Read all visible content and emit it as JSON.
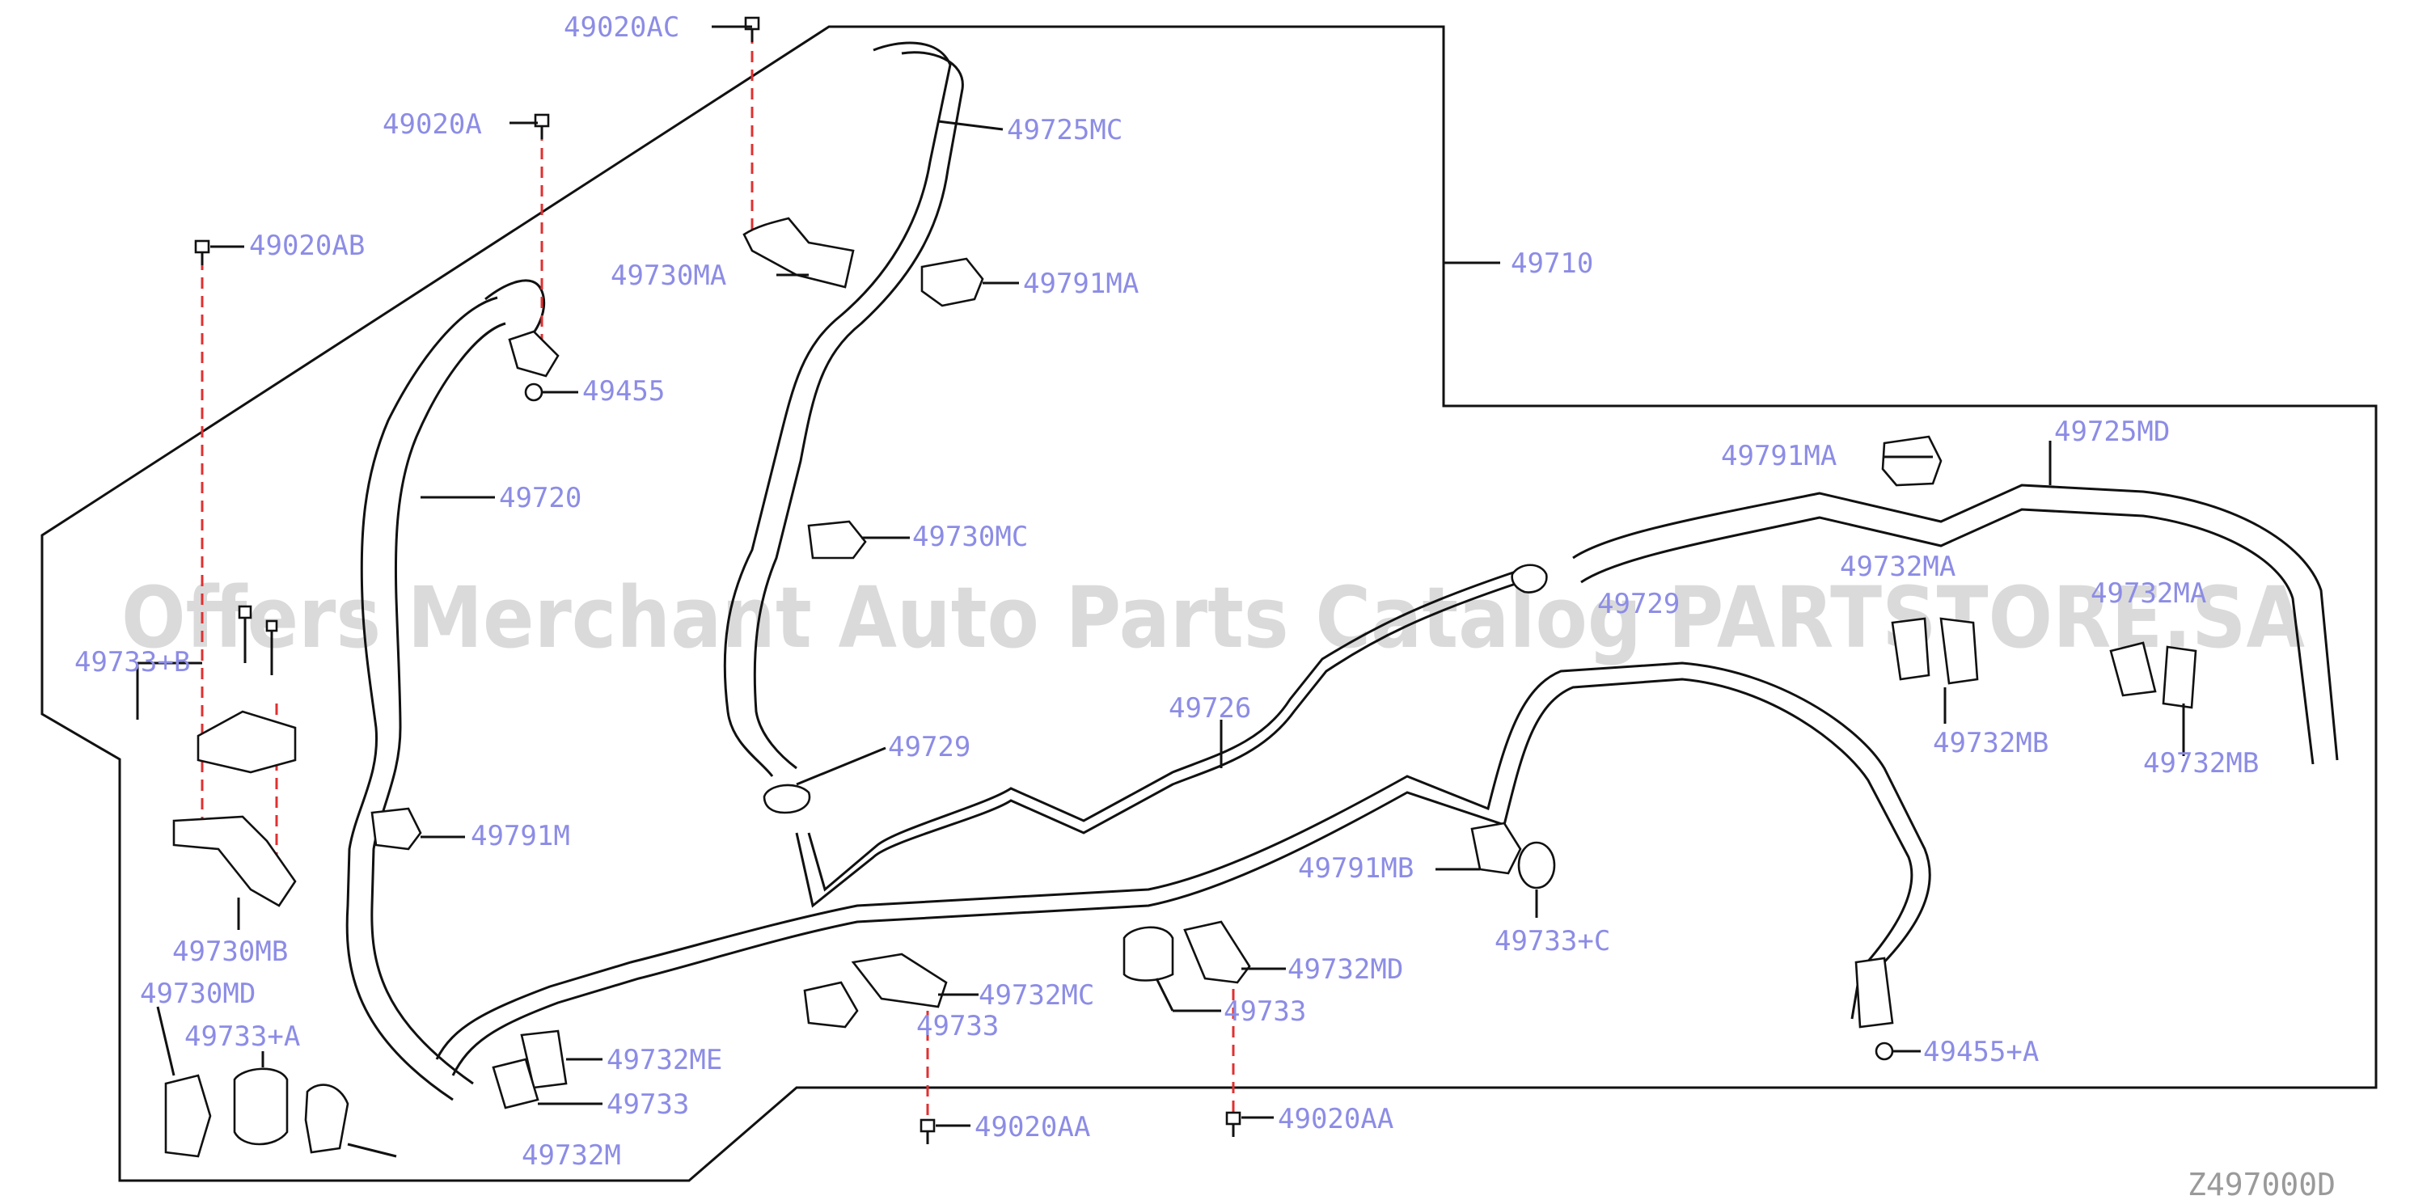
{
  "diagram": {
    "drawing_code": "Z497000D",
    "watermark": "Offers Merchant Auto Parts Catalog PARTSTORE.SA",
    "labels": {
      "p49020AC": "49020AC",
      "p49020A": "49020A",
      "p49020AB": "49020AB",
      "p49725MC": "49725MC",
      "p49730MA": "49730MA",
      "p49791MA_top": "49791MA",
      "p49710": "49710",
      "p49455": "49455",
      "p49720": "49720",
      "p49730MC": "49730MC",
      "p49791MA_right": "49791MA",
      "p49725MD": "49725MD",
      "p49732MA_1": "49732MA",
      "p49732MA_2": "49732MA",
      "p49729_right": "49729",
      "p49729": "49729",
      "p49726": "49726",
      "p49733B": "49733+B",
      "p49732MB_1": "49732MB",
      "p49732MB_2": "49732MB",
      "p49791M": "49791M",
      "p49791MB": "49791MB",
      "p49733C": "49733+C",
      "p49730MB": "49730MB",
      "p49730MD": "49730MD",
      "p49733A": "49733+A",
      "p49732MC": "49732MC",
      "p49733_mc": "49733",
      "p49732MD": "49732MD",
      "p49733_md": "49733",
      "p49732ME": "49732ME",
      "p49733_me": "49733",
      "p49732M": "49732M",
      "p49020AA_1": "49020AA",
      "p49020AA_2": "49020AA",
      "p49455A": "49455+A"
    }
  }
}
